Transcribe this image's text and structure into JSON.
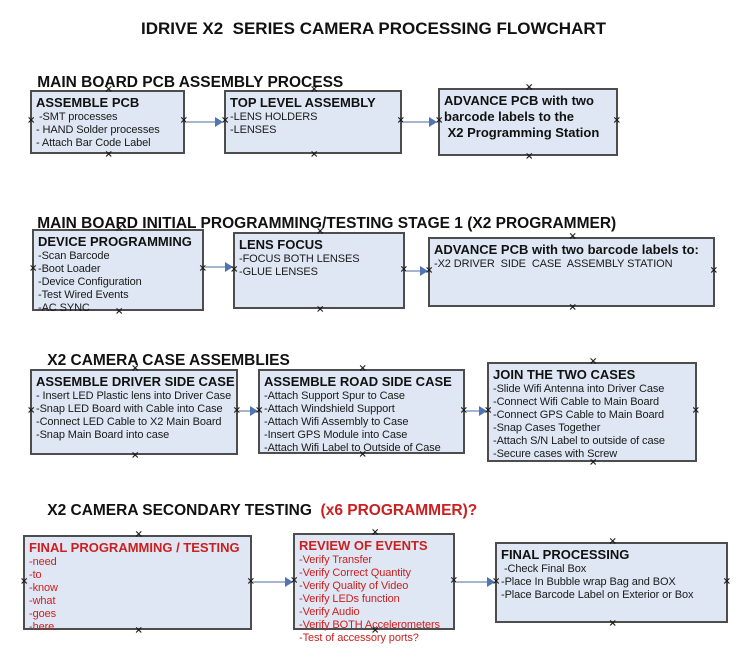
{
  "title": "IDRIVE X2  SERIES CAMERA PROCESSING FLOWCHART",
  "sections": {
    "s1": {
      "heading": "MAIN BOARD PCB ASSEMBLY PROCESS"
    },
    "s2": {
      "heading": "MAIN BOARD INITIAL PROGRAMMING/TESTING STAGE 1 (X2 PROGRAMMER)"
    },
    "s3": {
      "heading": "X2 CAMERA CASE ASSEMBLIES"
    },
    "s4": {
      "heading": "X2 CAMERA SECONDARY TESTING",
      "heading_red": "  (x6 PROGRAMMER)?"
    }
  },
  "boxes": {
    "assemble_pcb": {
      "header": "ASSEMBLE PCB",
      "items": [
        " -SMT processes",
        "- HAND Solder processes",
        "- Attach Bar Code Label"
      ]
    },
    "top_level_assembly": {
      "header": "TOP LEVEL ASSEMBLY",
      "items": [
        "-LENS HOLDERS",
        "-LENSES"
      ]
    },
    "advance_pcb_programming": {
      "header": "ADVANCE PCB with two\nbarcode labels to the\n X2 Programming Station",
      "items": []
    },
    "device_programming": {
      "header": "DEVICE PROGRAMMING",
      "items": [
        "-Scan Barcode",
        "-Boot Loader",
        "-Device Configuration",
        "-Test Wired Events",
        "-AC SYNC"
      ]
    },
    "lens_focus": {
      "header": "LENS FOCUS",
      "items": [
        "-FOCUS BOTH LENSES",
        "-GLUE LENSES"
      ]
    },
    "advance_pcb_case": {
      "header": "ADVANCE PCB with two barcode labels to:",
      "items": [
        "-X2 DRIVER  SIDE  CASE  ASSEMBLY STATION"
      ]
    },
    "assemble_driver_side": {
      "header": "ASSEMBLE DRIVER SIDE CASE",
      "items": [
        "- Insert LED Plastic lens into Driver Case",
        "-Snap LED Board with Cable into Case",
        "-Connect LED Cable to X2 Main Board",
        "-Snap Main Board into case"
      ]
    },
    "assemble_road_side": {
      "header": "ASSEMBLE ROAD SIDE CASE",
      "items": [
        "-Attach Support Spur to Case",
        "-Attach Windshield Support",
        "-Attach Wifi Assembly to Case",
        "-Insert GPS Module into Case",
        "-Attach Wifi Label to Outside of Case"
      ]
    },
    "join_two_cases": {
      "header": "JOIN THE TWO CASES",
      "items": [
        "-Slide Wifi Antenna into Driver Case",
        "-Connect Wifi Cable to Main Board",
        "-Connect GPS Cable to Main Board",
        "-Snap Cases Together",
        "-Attach S/N Label to outside of case",
        "-Secure cases with Screw"
      ]
    },
    "final_programming_testing": {
      "header": "FINAL PROGRAMMING / TESTING",
      "items": [
        "-need",
        "-to",
        "-know",
        "-what",
        "-goes",
        "-here"
      ]
    },
    "review_of_events": {
      "header": "REVIEW OF EVENTS",
      "items": [
        "-Verify Transfer",
        "-Verify Correct Quantity",
        "-Verify Quality of Video",
        "-Verify LEDs function",
        "-Verify Audio",
        "-Verify BOTH Accelerometers",
        "-Test of accessory ports?"
      ]
    },
    "final_processing": {
      "header": "FINAL PROCESSING",
      "items": [
        " -Check Final Box",
        "-Place In Bubble wrap Bag and BOX",
        "-Place Barcode Label on Exterior or Box"
      ]
    }
  },
  "handle_glyph": "×",
  "colors": {
    "box_fill": "#dee7f3",
    "box_border": "#4d4d4d",
    "connector_line": "#a6b5cf",
    "arrowhead": "#4f74b5",
    "red_text": "#cc1f1f"
  }
}
